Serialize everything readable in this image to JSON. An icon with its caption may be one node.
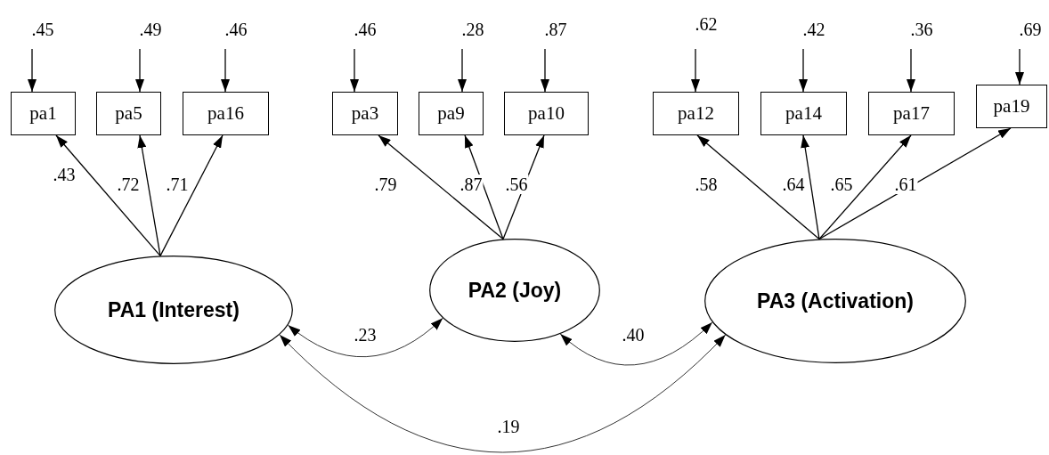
{
  "diagram": {
    "nodes": [
      {
        "text": [
          "pa1"
        ]
      },
      {
        "text": [
          "pa5"
        ]
      },
      {
        "text": [
          "pa16"
        ]
      },
      {
        "text": [
          "pa3"
        ]
      },
      {
        "text": [
          "pa9"
        ]
      },
      {
        "text": [
          "pa10"
        ]
      },
      {
        "text": [
          "pa12"
        ]
      },
      {
        "text": [
          "pa14"
        ]
      },
      {
        "text": [
          "pa17"
        ]
      },
      {
        "text": [
          "pa19"
        ]
      },
      {
        "text": [
          "PA1 (Interest)"
        ]
      },
      {
        "text": [
          "PA2 (Joy)"
        ]
      },
      {
        "text": [
          "PA3 (Activation)"
        ]
      }
    ],
    "edges": [
      {
        "from": null,
        "to": 0,
        "arrow": "to",
        "label": ".45"
      },
      {
        "from": null,
        "to": 1,
        "arrow": "to",
        "label": ".49"
      },
      {
        "from": null,
        "to": 2,
        "arrow": "to",
        "label": ".46"
      },
      {
        "from": null,
        "to": 3,
        "arrow": "to",
        "label": ".46"
      },
      {
        "from": null,
        "to": 4,
        "arrow": "to",
        "label": ".28"
      },
      {
        "from": null,
        "to": 5,
        "arrow": "to",
        "label": ".87"
      },
      {
        "from": null,
        "to": 6,
        "arrow": "to",
        "label": ".62"
      },
      {
        "from": null,
        "to": 7,
        "arrow": "to",
        "label": ".42"
      },
      {
        "from": null,
        "to": 8,
        "arrow": "to",
        "label": ".36"
      },
      {
        "from": null,
        "to": 9,
        "arrow": "to",
        "label": ".69"
      },
      {
        "from": 10,
        "to": 0,
        "arrow": "to",
        "label": ".43"
      },
      {
        "from": 10,
        "to": 1,
        "arrow": "to",
        "label": ".72"
      },
      {
        "from": 10,
        "to": 2,
        "arrow": "to",
        "label": ".71"
      },
      {
        "from": 11,
        "to": 3,
        "arrow": "to",
        "label": ".79"
      },
      {
        "from": 11,
        "to": 4,
        "arrow": "to",
        "label": ".87"
      },
      {
        "from": 11,
        "to": 5,
        "arrow": "to",
        "label": ".56"
      },
      {
        "from": 12,
        "to": 6,
        "arrow": "to",
        "label": ".58"
      },
      {
        "from": 12,
        "to": 7,
        "arrow": "to",
        "label": ".64"
      },
      {
        "from": 12,
        "to": 8,
        "arrow": "to",
        "label": ".65"
      },
      {
        "from": 12,
        "to": 9,
        "arrow": "to",
        "label": ".61"
      },
      {
        "from": 10,
        "to": 11,
        "arrow": "both",
        "label": ".23"
      },
      {
        "from": 11,
        "to": 12,
        "arrow": "both",
        "label": ".40"
      },
      {
        "from": 10,
        "to": 12,
        "arrow": "both",
        "label": ".19"
      }
    ]
  }
}
